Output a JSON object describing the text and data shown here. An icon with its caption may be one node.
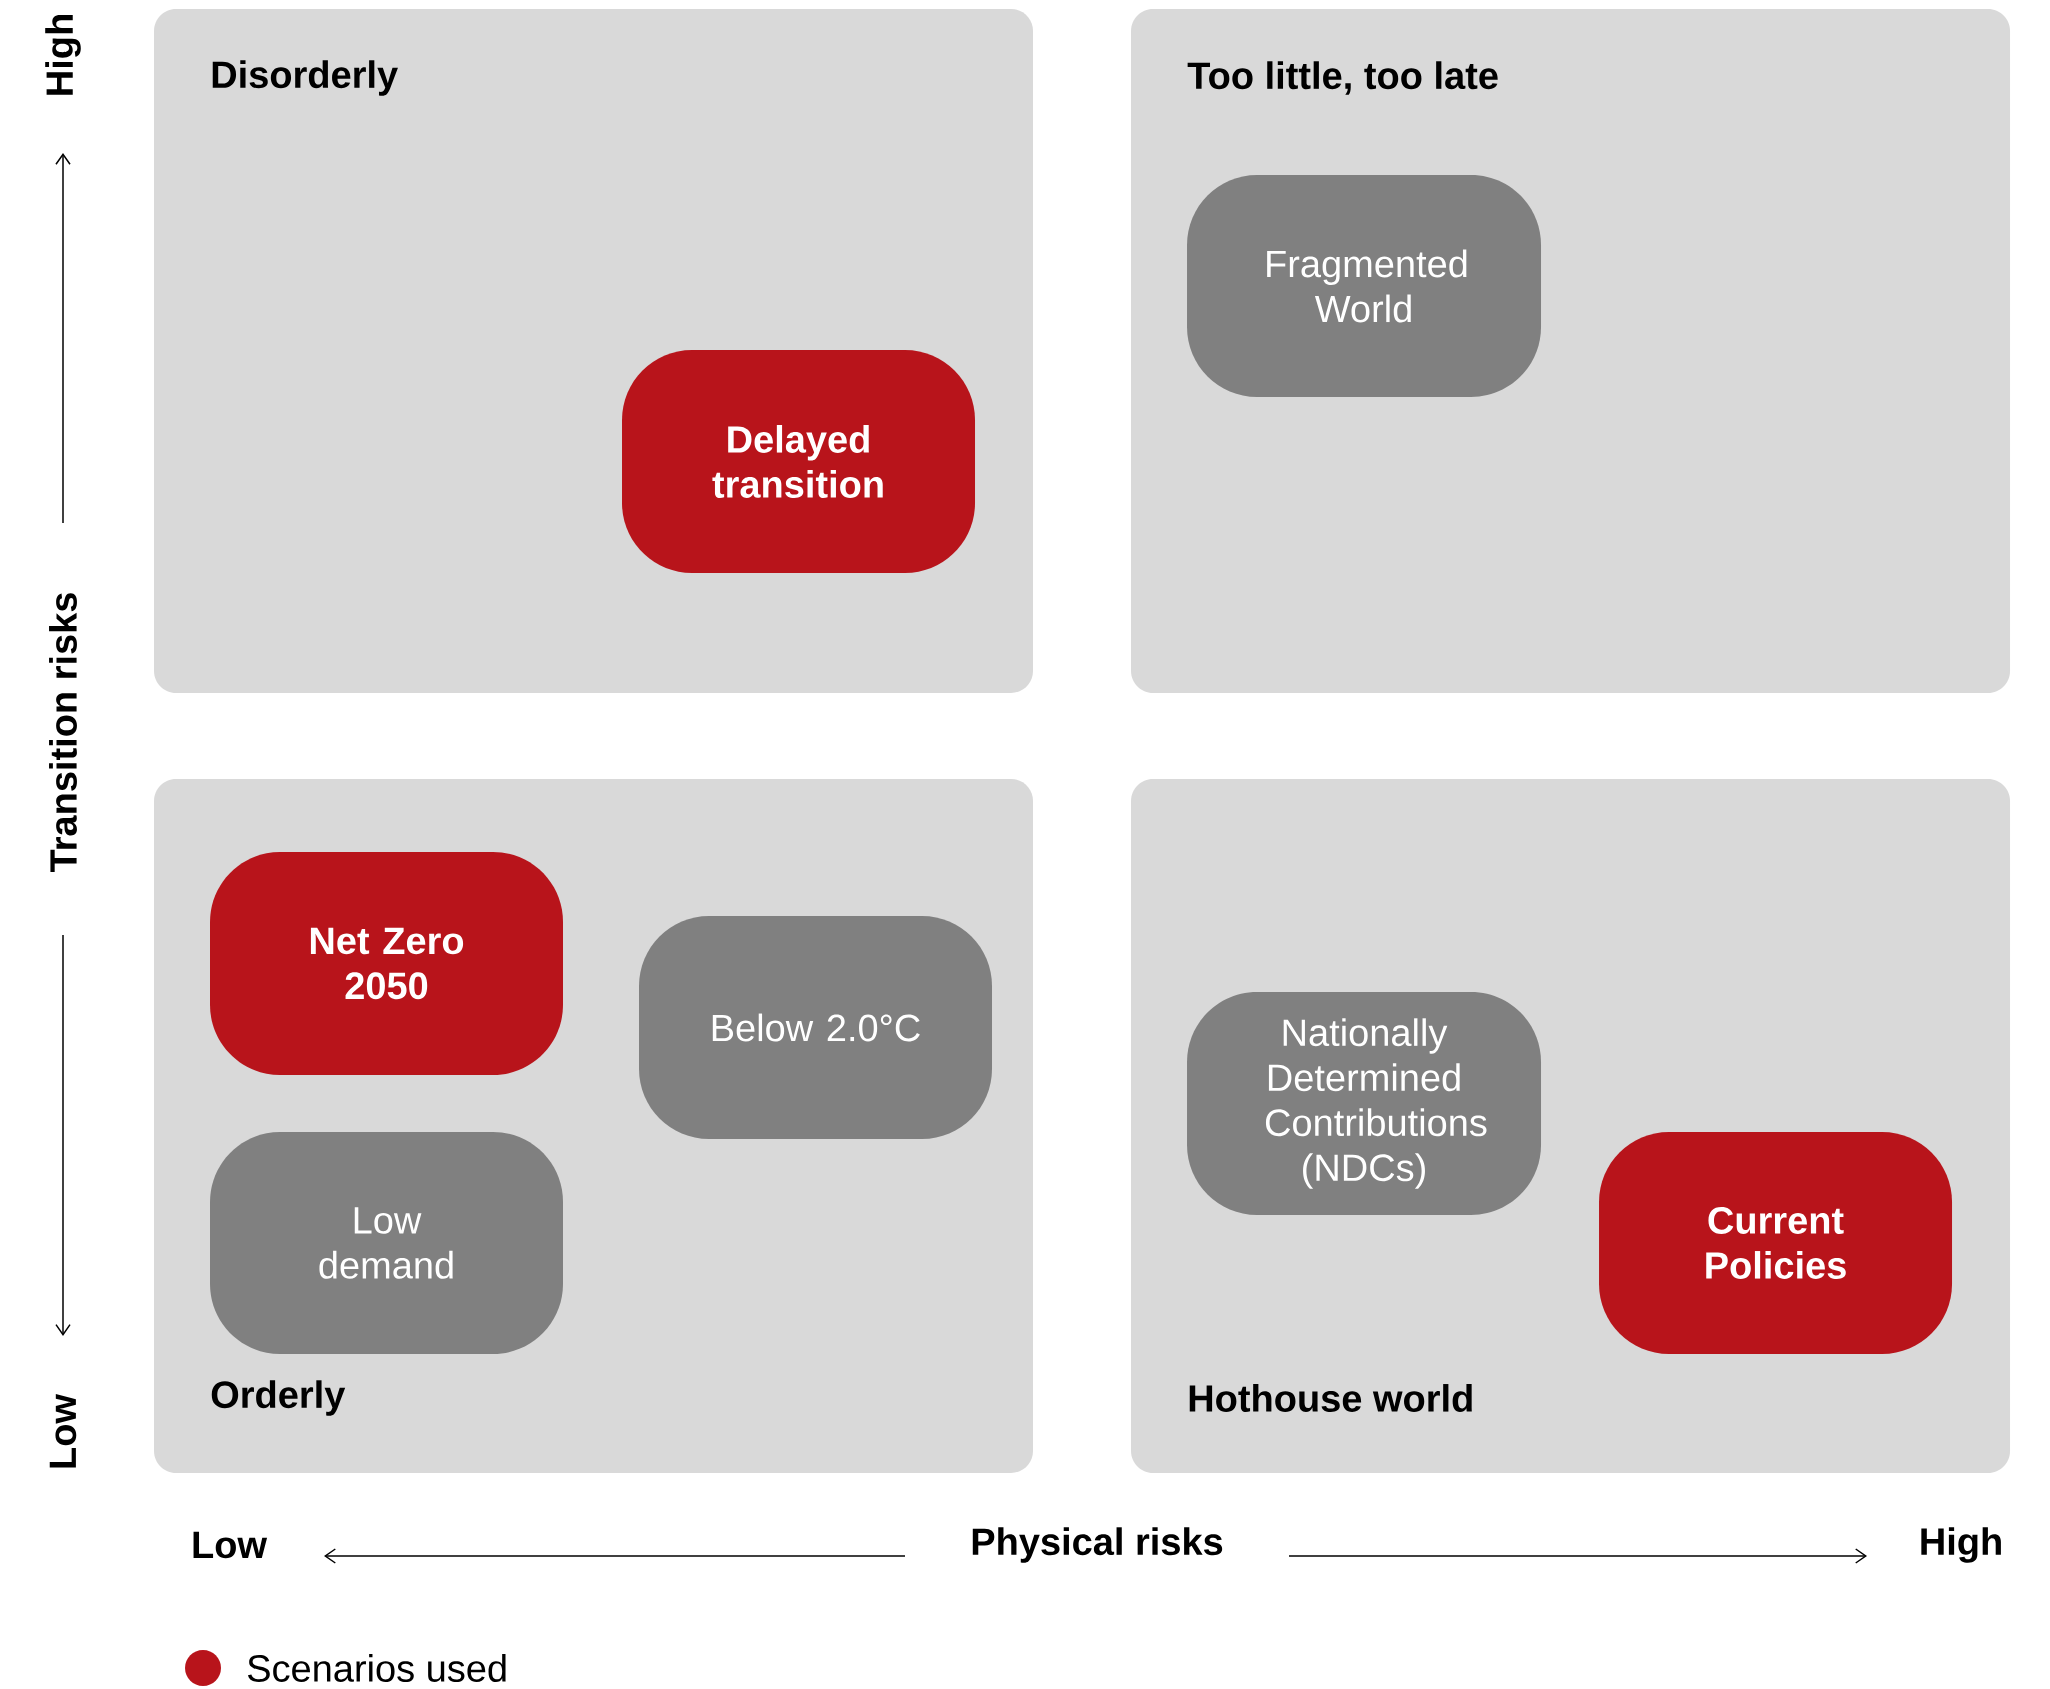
{
  "diagram": {
    "nodes": [
      {
        "text": [
          "Disorderly"
        ]
      },
      {
        "text": [
          "Delayed transition"
        ],
        "in": 0
      },
      {
        "text": [
          "Too little, too late"
        ]
      },
      {
        "text": [
          "Fragmented World"
        ],
        "in": 2
      },
      {
        "text": [
          "Orderly"
        ]
      },
      {
        "text": [
          "Net Zero 2050"
        ],
        "in": 4
      },
      {
        "text": [
          "Below 2.0°C"
        ],
        "in": 4
      },
      {
        "text": [
          "Low demand"
        ],
        "in": 4
      },
      {
        "text": [
          "Hothouse world"
        ]
      },
      {
        "text": [
          "Nationally Determined Contributions (NDCs)"
        ],
        "in": 8
      },
      {
        "text": [
          "Current Policies"
        ],
        "in": 8
      }
    ],
    "edges": [],
    "labels": [
      "High",
      "Transition risks",
      "Low",
      "Low",
      "Physical risks",
      "High"
    ],
    "legend": [
      {
        "text": "Scenarios used",
        "color": "#b8141b"
      }
    ]
  }
}
